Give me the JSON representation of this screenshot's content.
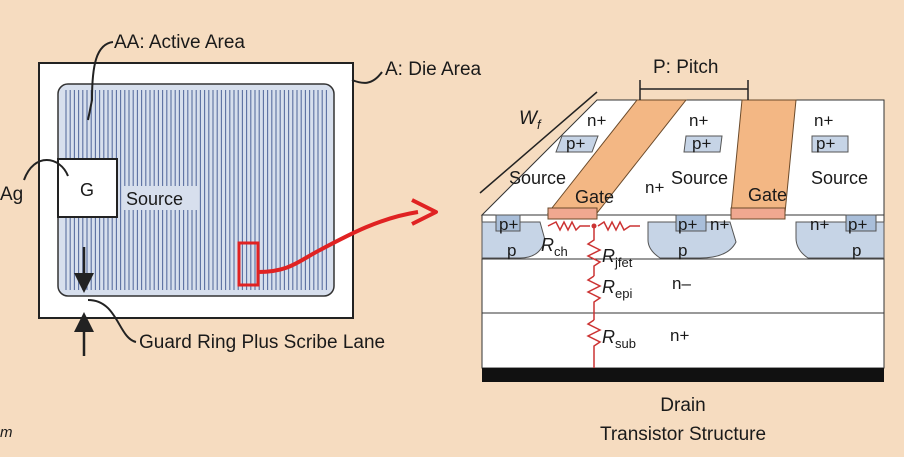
{
  "left_diagram": {
    "active_area_label": "AA: Active Area",
    "die_area_label": "A: Die Area",
    "gate_pad_label": "G",
    "source_label": "Source",
    "gate_area_label": "Ag",
    "guard_ring_label": "Guard Ring Plus Scribe Lane",
    "corner_fragment": "m"
  },
  "right_diagram": {
    "pitch_label": "P: Pitch",
    "width_label_main": "W",
    "width_label_sub": "f",
    "drain_label": "Drain",
    "caption": "Transistor Structure",
    "source_labels": [
      "Source",
      "Source",
      "Source"
    ],
    "gate_labels": [
      "Gate",
      "Gate"
    ],
    "top_doping": {
      "n_plus_1": "n+",
      "p_plus_1": "p+",
      "n_plus_2": "n+",
      "p_plus_2": "p+",
      "n_plus_3": "n+",
      "p_plus_3": "p+"
    },
    "front_doping": {
      "p_plus_left": "p+",
      "p_left": "p",
      "n_plus_mid": "n+",
      "p_plus_mid": "p+",
      "n_plus_mid2": "n+",
      "p_mid": "p",
      "n_plus_right": "n+",
      "p_plus_right": "p+",
      "p_right": "p"
    },
    "layers": {
      "n_minus": "n–",
      "n_plus_sub": "n+"
    },
    "resistors": {
      "r_ch_main": "R",
      "r_ch_sub": "ch",
      "r_jfet_main": "R",
      "r_jfet_sub": "jfet",
      "r_epi_main": "R",
      "r_epi_sub": "epi",
      "r_sub_main": "R",
      "r_sub_sub": "sub"
    }
  },
  "colors": {
    "background": "#f6dcc0",
    "active_area_fill": "#d7dfed",
    "stripe": "#5a6fa0",
    "gate_metal": "#f3b784",
    "p_region": "#c6d4e6",
    "arrow_red": "#e02222",
    "resistor_red": "#cc3333"
  }
}
